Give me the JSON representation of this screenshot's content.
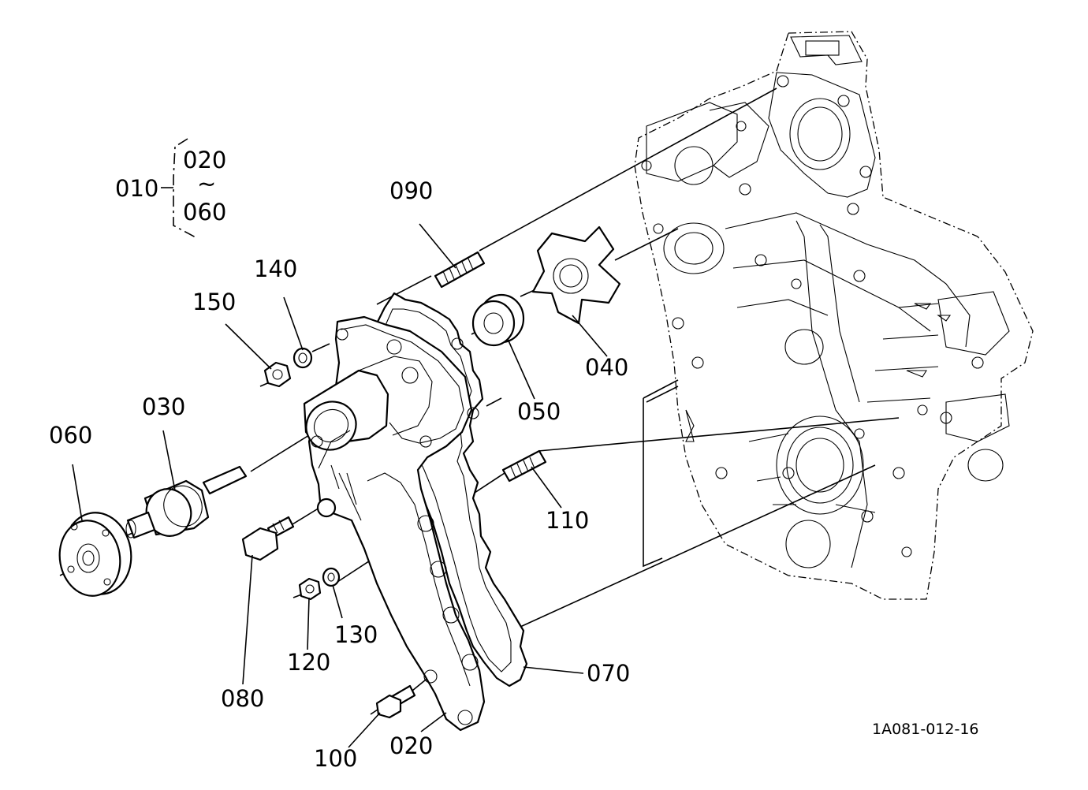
{
  "group": {
    "parent": "010",
    "range_start": "020",
    "range_sep": "~",
    "range_end": "060"
  },
  "callouts": {
    "p020": "020",
    "p030": "030",
    "p040": "040",
    "p050": "050",
    "p060": "060",
    "p070": "070",
    "p080": "080",
    "p090": "090",
    "p100": "100",
    "p110": "110",
    "p120": "120",
    "p130": "130",
    "p140": "140",
    "p150": "150"
  },
  "drawing_code": "1A081-012-16"
}
